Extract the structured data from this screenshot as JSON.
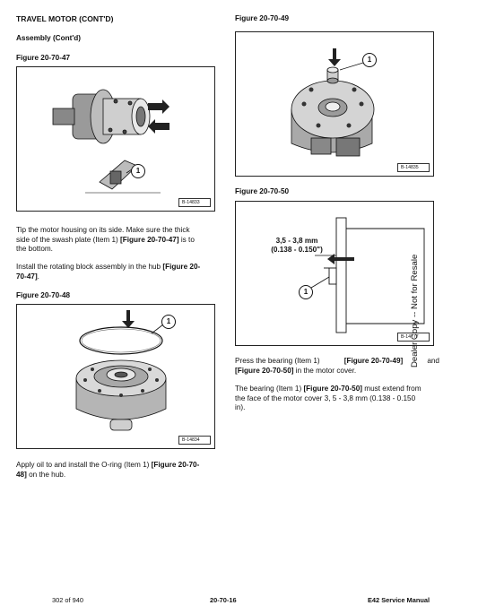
{
  "page": {
    "section_title": "TRAVEL MOTOR (CONT'D)",
    "subsection_title": "Assembly (Cont'd)",
    "side_text": "Dealer Copy -- Not for Resale"
  },
  "left": {
    "fig47": {
      "caption": "Figure 20-70-47",
      "callout": "1",
      "image_id": "B-14833"
    },
    "para1": {
      "line1": "Tip the motor housing on its side. Make sure the thick",
      "line2a": "side of the swash plate (Item 1) ",
      "line2b": "[Figure 20-70-47]",
      "line2c": " is to",
      "line3": "the bottom."
    },
    "para2": {
      "line1a": "Install the rotating block assembly in the hub ",
      "line1b": "[Figure 20-",
      "line2b": "70-47]",
      "line2c": "."
    },
    "fig48": {
      "caption": "Figure 20-70-48",
      "callout": "1",
      "image_id": "B-14834"
    },
    "para3": {
      "line1a": "Apply oil to and install the O-ring (Item 1) ",
      "line1b": "[Figure 20-70-",
      "line2b": "48]",
      "line2c": " on the hub."
    }
  },
  "right": {
    "fig49": {
      "caption": "Figure 20-70-49",
      "callout": "1",
      "image_id": "B-14835"
    },
    "fig50": {
      "caption": "Figure 20-70-50",
      "callout": "1",
      "image_id": "B-14777",
      "dim_mm": "3,5 - 3,8 mm",
      "dim_in": "(0.138 - 0.150\")"
    },
    "para4": {
      "line1a": "Press the bearing (Item 1) ",
      "line1b": "[Figure 20-70-49]",
      "line1c": " and",
      "line2b": "[Figure 20-70-50]",
      "line2c": " in the motor cover."
    },
    "para5": {
      "line1a": "The bearing (Item 1) ",
      "line1b": "[Figure 20-70-50]",
      "line1c": " must extend from",
      "line2": "the face of the motor cover 3, 5 - 3,8 mm (0.138 - 0.150",
      "line3": "in)."
    }
  },
  "footer": {
    "page_count": "302 of 940",
    "page_number": "20-70-16",
    "manual": "E42 Service Manual"
  }
}
